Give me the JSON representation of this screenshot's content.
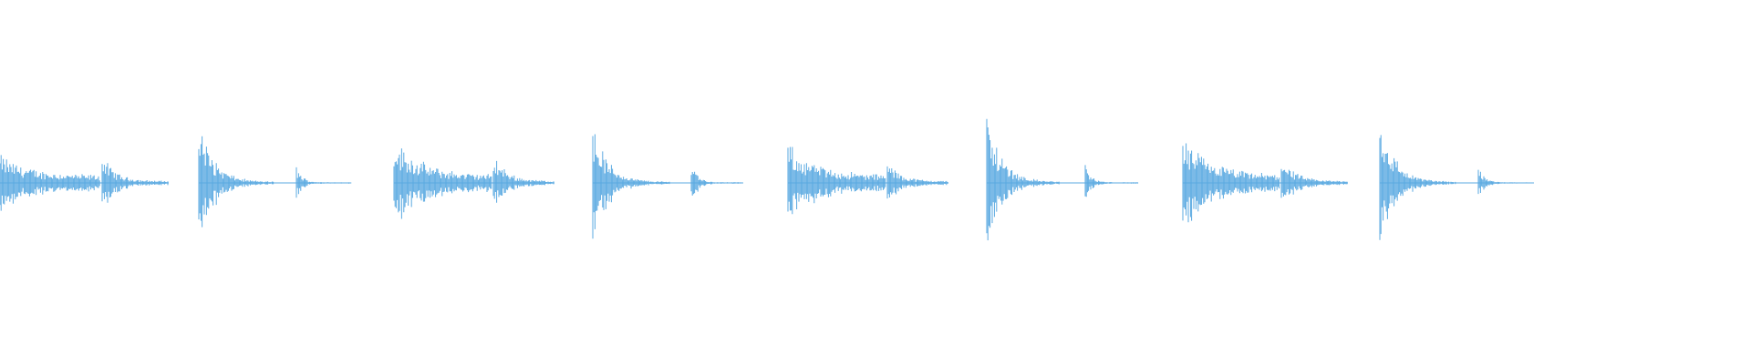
{
  "waveform": {
    "color": "#5aa9e1",
    "background": "#ffffff",
    "duration_units": 1920,
    "clips": [
      {
        "kind": "snare",
        "start": 0,
        "end": 185,
        "sub_hit": 112,
        "peak": 0.13,
        "sub_peak": 0.16
      },
      {
        "kind": "kick",
        "start": 218,
        "end": 300,
        "sub_hit": 325,
        "sub_end": 385,
        "peak": 0.4,
        "sub_peak": 0.11
      },
      {
        "kind": "snare",
        "start": 432,
        "end": 608,
        "sub_hit": 541,
        "peak": 0.22,
        "sub_peak": 0.17
      },
      {
        "kind": "kick",
        "start": 650,
        "end": 735,
        "sub_hit": 758,
        "sub_end": 815,
        "peak": 0.37,
        "sub_peak": 0.17
      },
      {
        "kind": "snare",
        "start": 864,
        "end": 1040,
        "sub_hit": 973,
        "peak": 0.19,
        "sub_peak": 0.12
      },
      {
        "kind": "kick",
        "start": 1082,
        "end": 1162,
        "sub_hit": 1190,
        "sub_end": 1248,
        "peak": 0.43,
        "sub_peak": 0.12
      },
      {
        "kind": "snare",
        "start": 1297,
        "end": 1478,
        "sub_hit": 1405,
        "peak": 0.23,
        "sub_peak": 0.15
      },
      {
        "kind": "kick",
        "start": 1513,
        "end": 1597,
        "sub_hit": 1621,
        "sub_end": 1682,
        "peak": 0.42,
        "sub_peak": 0.12
      }
    ]
  }
}
